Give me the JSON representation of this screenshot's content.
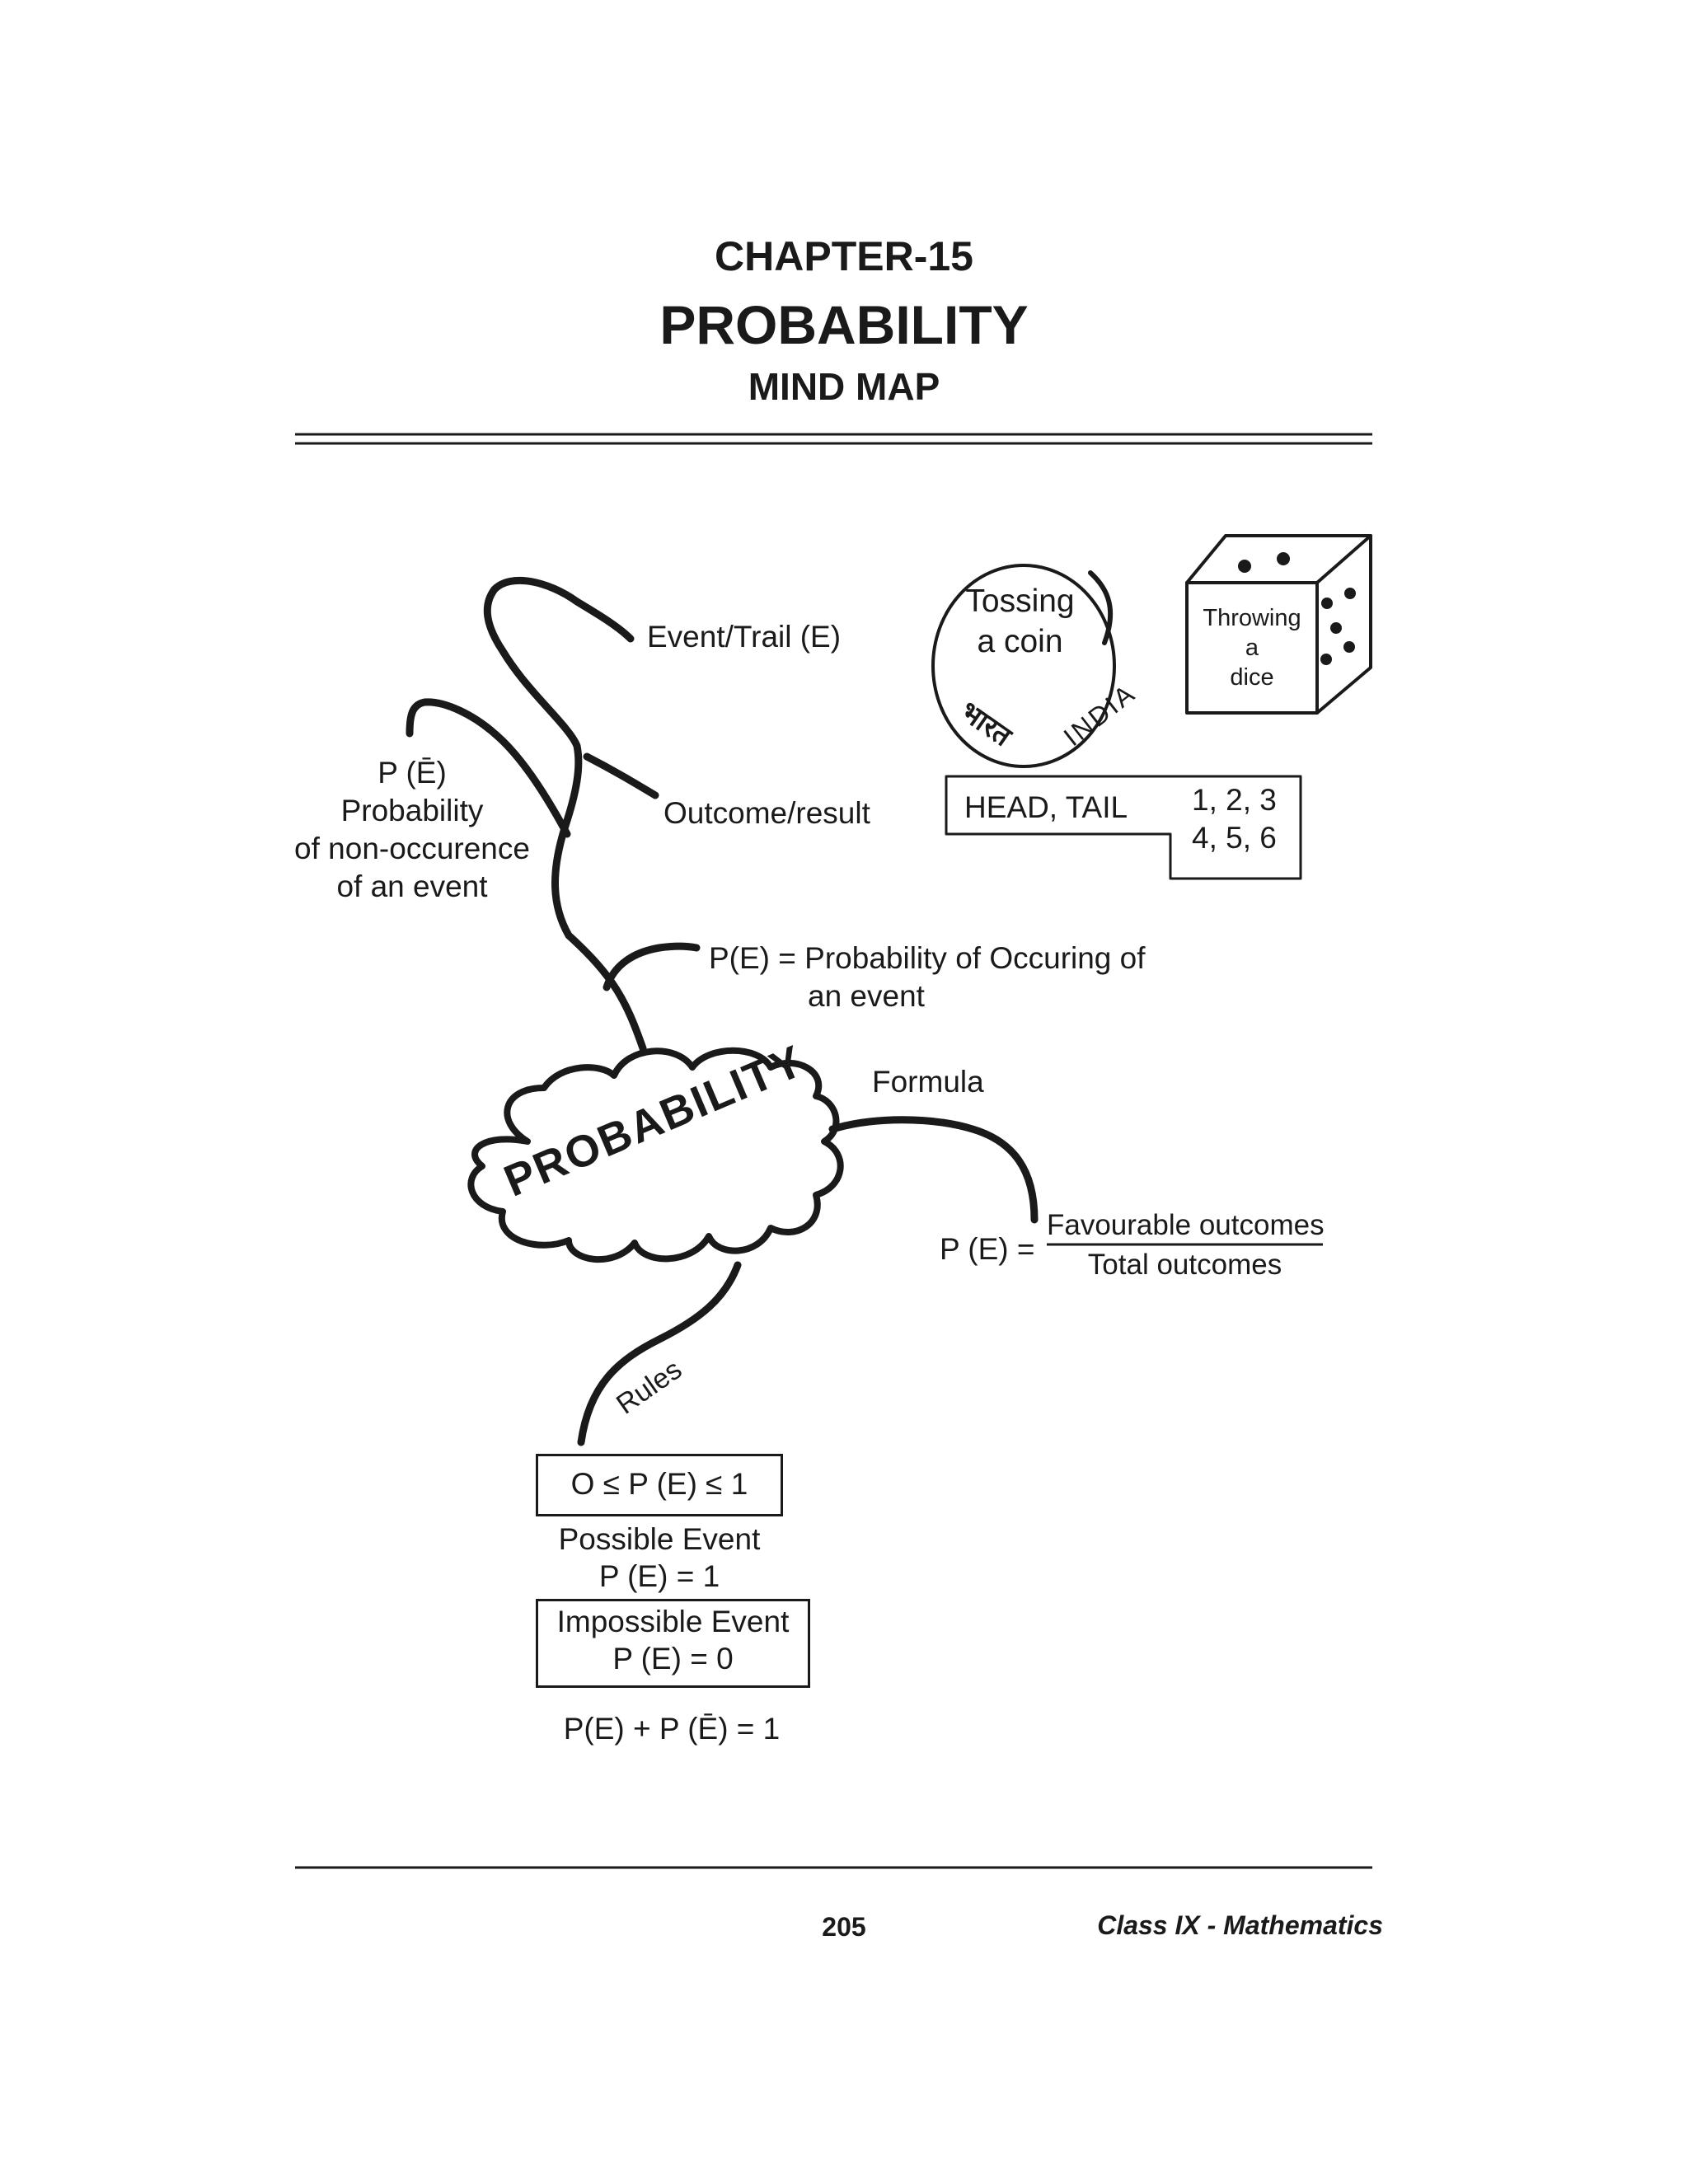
{
  "header": {
    "chapter": "CHAPTER-15",
    "title": "PROBABILITY",
    "subtitle": "MIND MAP"
  },
  "mindmap": {
    "center": "PROBABILITY",
    "event_trail": "Event/Trail (E)",
    "outcome": "Outcome/result",
    "p_not_e": {
      "symbol": "P (Ē)",
      "line1": "Probability",
      "line2": "of non-occurence",
      "line3": "of an event"
    },
    "p_e": {
      "line1": "P(E) = Probability of Occuring of",
      "line2": "an event"
    },
    "formula_label": "Formula",
    "formula": {
      "lhs": "P (E) =",
      "numerator": "Favourable outcomes",
      "denominator": "Total outcomes"
    },
    "rules_label": "Rules",
    "rules": {
      "range": "O ≤ P (E) ≤ 1",
      "possible_line1": "Possible Event",
      "possible_line2": "P (E) = 1",
      "impossible_line1": "Impossible Event",
      "impossible_line2": "P (E) = 0",
      "sum": "P(E) + P (Ē) = 1"
    },
    "coin": {
      "line1": "Tossing",
      "line2": "a coin",
      "hindi": "भारत",
      "india": "INDIA"
    },
    "dice": {
      "line1": "Throwing",
      "line2": "a",
      "line3": "dice"
    },
    "coin_outcomes": "HEAD, TAIL",
    "dice_outcomes": {
      "line1": "1, 2, 3",
      "line2": "4, 5, 6"
    }
  },
  "footer": {
    "page_number": "205",
    "class_label": "Class IX - Mathematics"
  }
}
